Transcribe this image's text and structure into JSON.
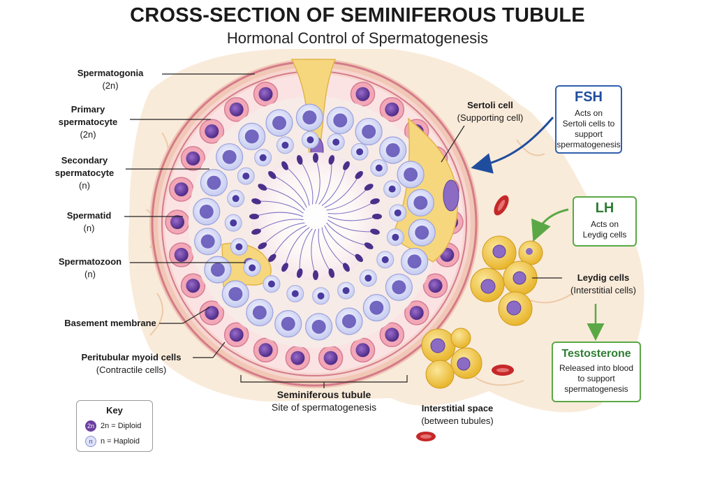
{
  "title": "CROSS-SECTION OF SEMINIFEROUS TUBULE",
  "subtitle": "Hormonal Control of Spermatogenesis",
  "labels": {
    "spermatogonia": {
      "name": "Spermatogonia",
      "ploidy": "(2n)"
    },
    "primary": {
      "name1": "Primary",
      "name2": "spermatocyte",
      "ploidy": "(2n)"
    },
    "secondary": {
      "name1": "Secondary",
      "name2": "spermatocyte",
      "ploidy": "(n)"
    },
    "spermatid": {
      "name": "Spermatid",
      "ploidy": "(n)"
    },
    "spermatozoon": {
      "name": "Spermatozoon",
      "ploidy": "(n)"
    },
    "basement": {
      "name": "Basement membrane"
    },
    "myoid": {
      "name": "Peritubular myoid cells",
      "note": "(Contractile cells)"
    },
    "sertoli": {
      "name": "Sertoli cell",
      "note": "(Supporting cell)"
    },
    "leydig": {
      "name": "Leydig cells",
      "note": "(Interstitial cells)"
    },
    "tubule": {
      "name": "Seminiferous tubule",
      "note": "Site of spermatogenesis"
    },
    "interstitial": {
      "name": "Interstitial space",
      "note": "(between tubules)"
    }
  },
  "hormones": {
    "fsh": {
      "name": "FSH",
      "lines": [
        "Acts on",
        "Sertoli cells to",
        "support",
        "spermatogenesis"
      ]
    },
    "lh": {
      "name": "LH",
      "lines": [
        "Acts on",
        "Leydig cells"
      ]
    },
    "testosterone": {
      "name": "Testosterone",
      "lines": [
        "Released into blood",
        "to support",
        "spermatogenesis"
      ]
    }
  },
  "key": {
    "title": "Key",
    "diploid": {
      "symbol": "2n",
      "text": "2n = Diploid"
    },
    "haploid": {
      "symbol": "n",
      "text": "n = Haploid"
    }
  },
  "colors": {
    "membrane": "#e8a4b0",
    "spermatogonia_fill": "#f2a7b7",
    "nucleus_diploid": "#6b3fa0",
    "haploid_fill": "#d9dcf5",
    "sertoli": "#f6d77e",
    "leydig": "#f5cd4c",
    "fsh_blue": "#1f4d9e",
    "lh_green": "#5aa845",
    "interstitial": "#f8e7d4"
  }
}
